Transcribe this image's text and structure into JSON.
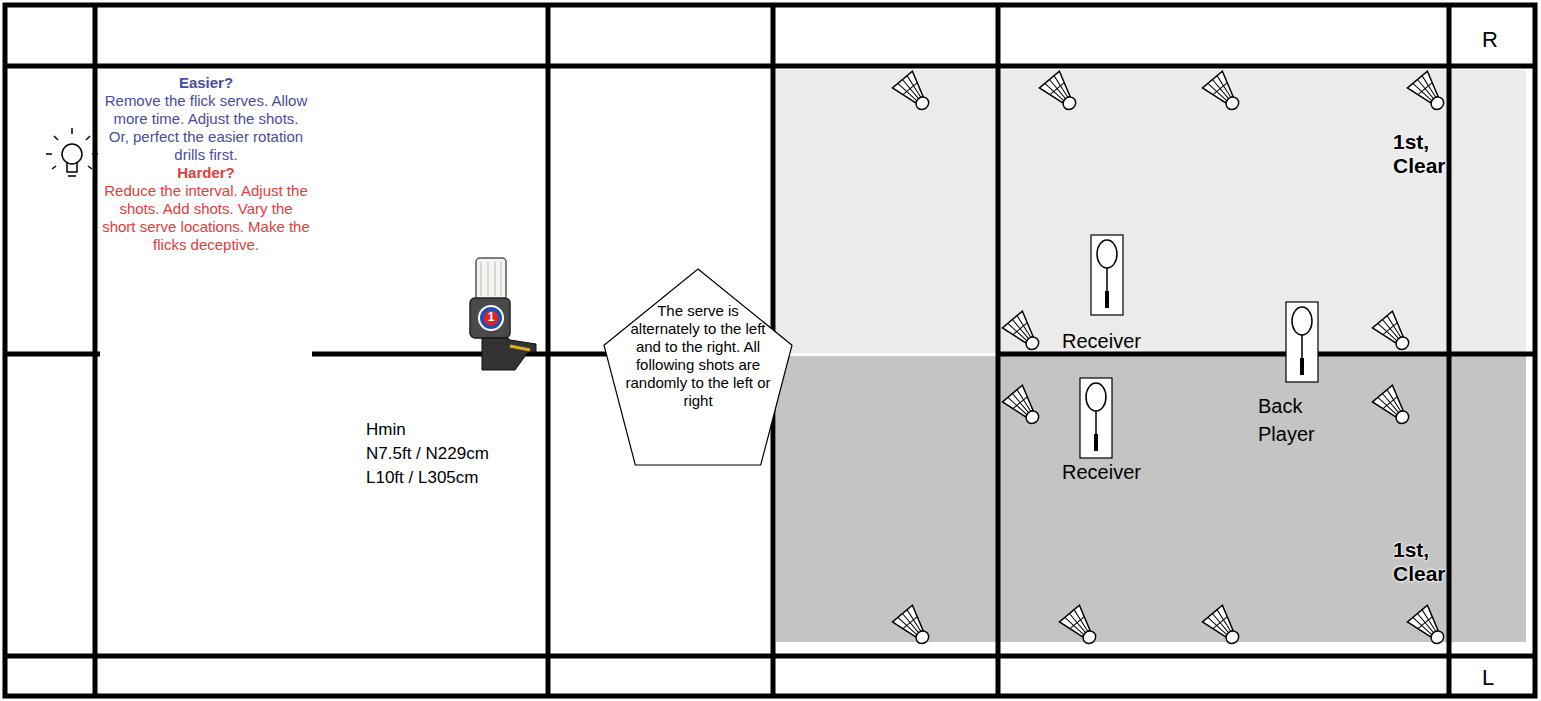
{
  "diagram": {
    "nodes": [
      {
        "text": [
          "The serve is alternately to the left and to the right. All following shots are randomly to the left or right"
        ]
      },
      {
        "text": [
          "Easier?",
          "Remove the flick serves. Allow more time. Adjust the shots. Or, perfect the easier rotation drills first.",
          "Harder?",
          "Reduce the interval. Adjust the shots. Add shots. Vary the short serve locations. Make the flicks deceptive."
        ]
      }
    ],
    "labels": [
      "R",
      "1st, Clear",
      "Receiver",
      "Back Player",
      "Receiver",
      "1st, Clear",
      "Hmin",
      "N7.5ft / N229cm",
      "L10ft / L305cm",
      "1",
      "L"
    ]
  }
}
